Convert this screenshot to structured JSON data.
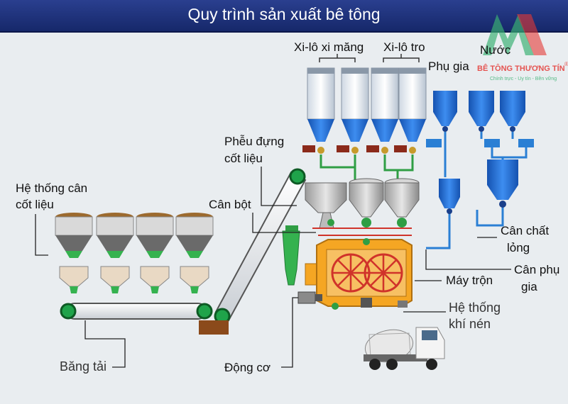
{
  "title": "Quy trình sản xuất bê tông",
  "logo": {
    "brand": "BÊ TÔNG THƯƠNG TÍN",
    "tagline": "Chính trực - Uy tín - Bền vững",
    "registered": "®",
    "colors": {
      "green": "#3bb273",
      "red": "#e53935"
    }
  },
  "labels": {
    "xilo_ximang": "Xi-lô xi măng",
    "xilo_tro": "Xi-lô tro",
    "nuoc": "Nước",
    "phu_gia": "Phụ gia",
    "pheu_dung_1": "Phễu đựng",
    "pheu_dung_2": "cốt liệu",
    "can_bot": "Cân bột",
    "he_thong_can_1": "Hệ  thống  cân",
    "he_thong_can_2": "cốt liệu",
    "can_chat_long_1": "Cân chất",
    "can_chat_long_2": "lỏng",
    "can_phu_gia_1": "Cân phụ",
    "can_phu_gia_2": "gia",
    "may_tron": "Máy trộn",
    "he_thong_khi_nen_1": "Hệ thống",
    "he_thong_khi_nen_2": "khí nén",
    "bang_tai": "Băng tải",
    "dong_co": "Động cơ"
  },
  "colors": {
    "silo_blue": "#1e6fd9",
    "pipe_green": "#2f9e44",
    "pipe_blue": "#2a7fd4",
    "mixer_orange": "#f5a623",
    "hopper_grey": "#8c8c8c",
    "belt_green": "#1fa34a"
  }
}
